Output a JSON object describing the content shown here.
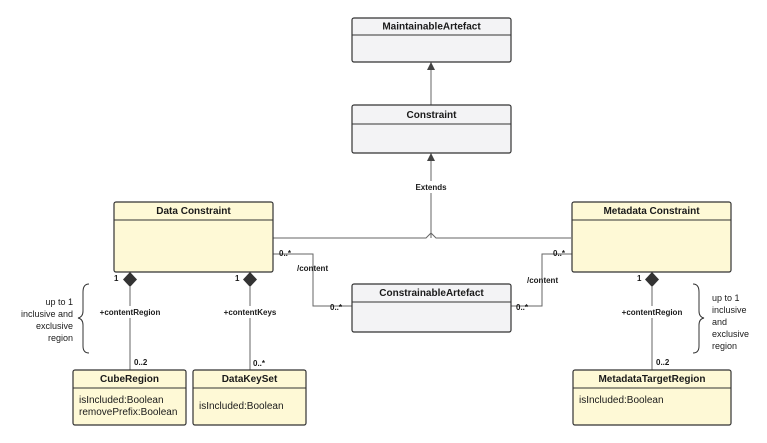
{
  "boxes": {
    "maintainable": {
      "title": "MaintainableArtefact",
      "attributes": []
    },
    "constraint": {
      "title": "Constraint",
      "attributes": []
    },
    "data_constraint": {
      "title": "Data Constraint",
      "attributes": []
    },
    "metadata_constraint": {
      "title": "Metadata Constraint",
      "attributes": []
    },
    "constrainable": {
      "title": "ConstrainableArtefact",
      "attributes": []
    },
    "cube_region": {
      "title": "CubeRegion",
      "attributes": [
        "isIncluded:Boolean",
        "removePrefix:Boolean"
      ]
    },
    "data_key_set": {
      "title": "DataKeySet",
      "attributes": [
        "isIncluded:Boolean"
      ]
    },
    "metadata_target_region": {
      "title": "MetadataTargetRegion",
      "attributes": [
        "isIncluded:Boolean"
      ]
    }
  },
  "labels": {
    "extends": "Extends",
    "content_left": "/content",
    "content_right": "/content",
    "content_region_left": "+contentRegion",
    "content_keys": "+contentKeys",
    "content_region_right": "+contentRegion"
  },
  "multiplicities": {
    "dc_content": "0..*",
    "ca_left": "0..*",
    "ca_right": "0..*",
    "mc_content": "0..*",
    "dc_region_one": "1",
    "dc_keys_one": "1",
    "cube_region_many": "0..2",
    "data_key_set_many": "0..*",
    "mc_region_one": "1",
    "mtr_many": "0..2"
  },
  "notes": {
    "left": [
      "up to 1",
      "inclusive and",
      "exclusive",
      "region"
    ],
    "right": [
      "up to 1",
      "inclusive",
      "and",
      "exclusive",
      "region"
    ]
  },
  "colors": {
    "class_fill": "#f3f3f5",
    "highlight_fill": "#fef9d6",
    "border": "#333333",
    "edge": "#666666",
    "composition_diamond": "#333333"
  }
}
